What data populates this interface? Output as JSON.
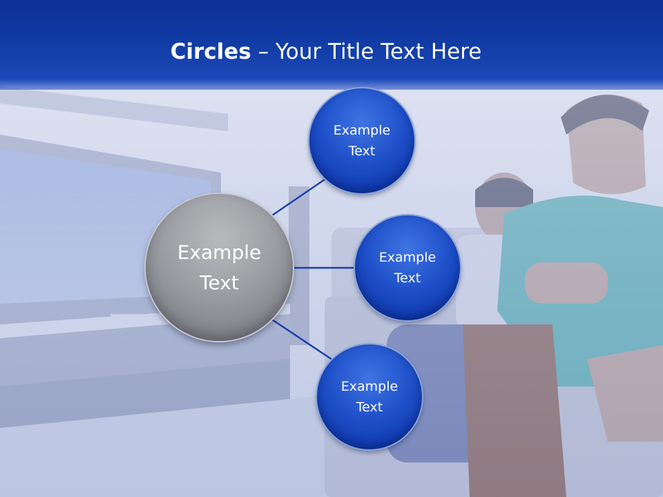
{
  "slide": {
    "title_bold": "Circles",
    "title_rest": " – Your Title Text Here"
  },
  "diagram": {
    "center": {
      "text_line1": "Example",
      "text_line2": "Text"
    },
    "nodes": [
      {
        "text_line1": "Example",
        "text_line2": "Text"
      },
      {
        "text_line1": "Example",
        "text_line2": "Text"
      },
      {
        "text_line1": "Example",
        "text_line2": "Text"
      }
    ]
  },
  "colors": {
    "title_bar": "#133ea8",
    "node_blue": "#1e4fc8",
    "center_gray": "#9a9da2",
    "connector": "#1a3fae"
  }
}
